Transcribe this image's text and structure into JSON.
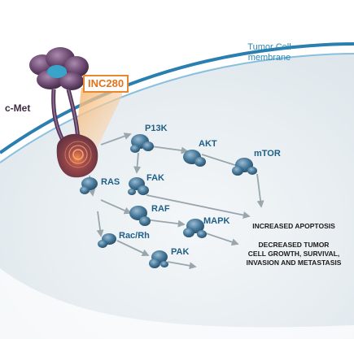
{
  "membrane": {
    "label_line1": "Tumor Cell",
    "label_line2": "membrane"
  },
  "receptor": {
    "label": "c-Met"
  },
  "inhibitor": {
    "label": "INC280"
  },
  "nodes": {
    "pi3k": "P13K",
    "akt": "AKT",
    "mtor": "mTOR",
    "ras": "RAS",
    "fak": "FAK",
    "raf": "RAF",
    "mapk": "MAPK",
    "rac": "Rac/Rh",
    "pak": "PAK"
  },
  "outcomes": {
    "apoptosis": "INCREASED APOPTOSIS",
    "growth_line1": "DECREASED TUMOR",
    "growth_line2": "CELL GROWTH, SURVIVAL,",
    "growth_line3": "INVASION AND METASTASIS"
  },
  "colors": {
    "cell_interior": "#e8eef2",
    "membrane_blue": "#2b7fb0",
    "receptor_purple": "#5e3e63",
    "inhibitor_orange": "#f09a4a",
    "protein_blue": "#3a6f90",
    "arrow_gray": "#9aa6ad",
    "label_blue": "#1f5f86"
  }
}
